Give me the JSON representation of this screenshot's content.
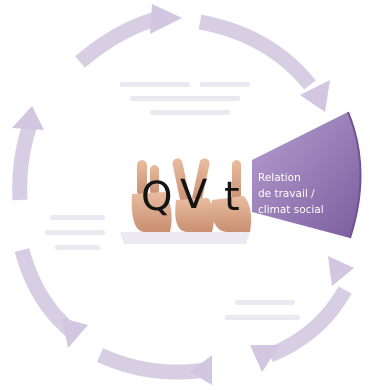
{
  "diagram": {
    "center_letters": [
      "Q",
      "V",
      "t"
    ],
    "highlighted_segment": {
      "label_lines": [
        "Relation",
        "de travail /",
        "climat social"
      ]
    },
    "colors": {
      "ring": "#d7cde3",
      "ring_dark": "#c2b3d6",
      "highlight": "#8d6fae",
      "highlight_light": "#b79ed0",
      "hand_skin": "#d9a88a",
      "letters": "#141414"
    }
  }
}
